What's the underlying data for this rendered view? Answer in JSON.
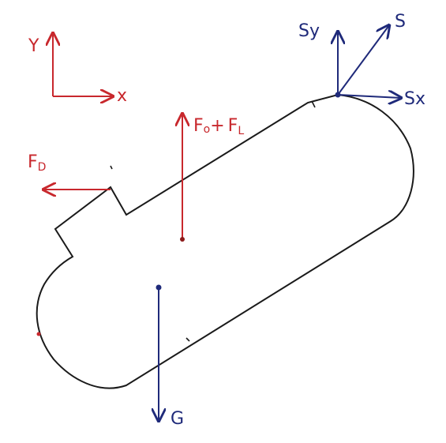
{
  "colors": {
    "background": "#ffffff",
    "body_outline": "#1a1a1a",
    "red": "#c8282d",
    "blue": "#1f2a7a"
  },
  "axes": {
    "y_label": "Y",
    "x_label": "x"
  },
  "forces": {
    "drag": {
      "label": "F",
      "subscript": "D"
    },
    "buoyancy_lift": {
      "label_a": "F",
      "subscript_a": "o",
      "plus": "+",
      "label_b": "F",
      "subscript_b": "L"
    },
    "gravity": {
      "label": "G"
    },
    "support": {
      "resultant": "S",
      "y_component": "Sy",
      "x_component": "Sx"
    }
  }
}
